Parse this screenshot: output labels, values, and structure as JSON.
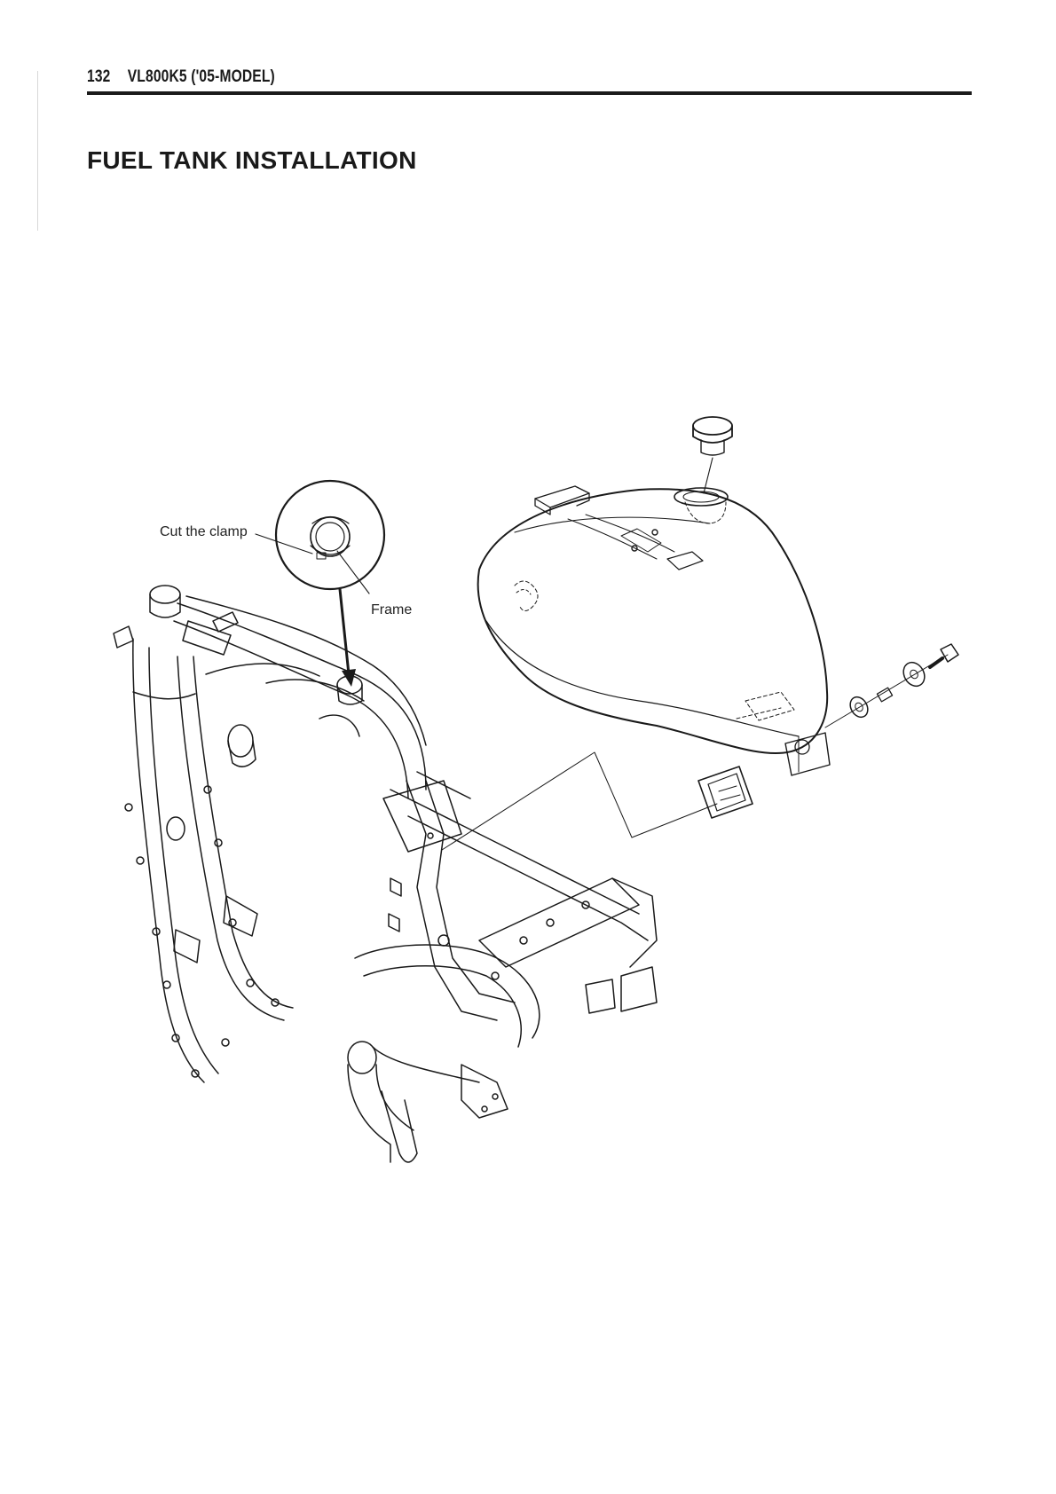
{
  "header": {
    "page_number": "132",
    "model": "VL800K5 ('05-MODEL)"
  },
  "title": "FUEL TANK INSTALLATION",
  "figure": {
    "callouts": {
      "cut_clamp": "Cut the clamp",
      "frame": "Frame"
    }
  }
}
